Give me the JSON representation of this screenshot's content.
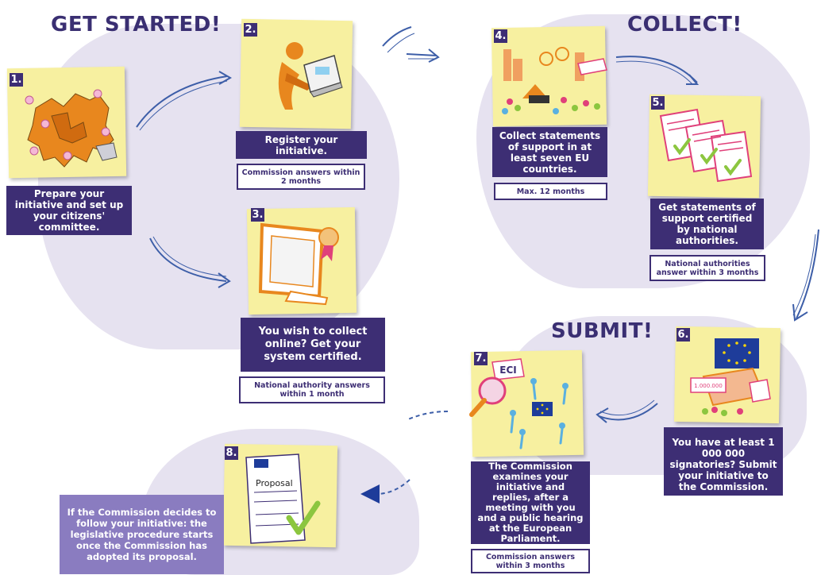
{
  "headings": {
    "get_started": "GET STARTED!",
    "collect": "COLLECT!",
    "submit": "SUBMIT!"
  },
  "steps": [
    {
      "number": "1.",
      "caption": "Prepare your initiative and set up your citizens' committee.",
      "timing": ""
    },
    {
      "number": "2.",
      "caption": "Register your initiative.",
      "timing": "Commission answers within 2 months"
    },
    {
      "number": "3.",
      "caption": "You wish to collect online? Get your system certified.",
      "timing": "National authority answers within 1 month"
    },
    {
      "number": "4.",
      "caption": "Collect statements of support in at least seven EU countries.",
      "timing": "Max. 12 months"
    },
    {
      "number": "5.",
      "caption": "Get statements of support certified by national authorities.",
      "timing": "National authorities answer within 3 months"
    },
    {
      "number": "6.",
      "caption_part1": "You have at least",
      "caption_bold": "1 000 000",
      "caption_part2": "signatories? Submit your initiative to the Commission.",
      "timing": ""
    },
    {
      "number": "7.",
      "caption": "The Commission examines your initiative and replies, after a meeting with you and a public hearing at the European Parliament.",
      "timing": "Commission answers within 3 months"
    },
    {
      "number": "8.",
      "caption": "If the Commission decides to follow your initiative: the legislative procedure starts once the Commission has adopted its proposal.",
      "timing": ""
    }
  ],
  "illustrations": {
    "step4_sign": "",
    "step6_box_label": "1.000.000",
    "step7_sign": "ECI",
    "step8_doc": "Proposal"
  },
  "colors": {
    "navy": "#3d2e74",
    "heading": "#3a2f72",
    "lavender": "#e6e2f0",
    "postit": "#f7f0a0",
    "orange": "#e8871e",
    "green": "#8cc63f",
    "pink": "#e0407a"
  }
}
